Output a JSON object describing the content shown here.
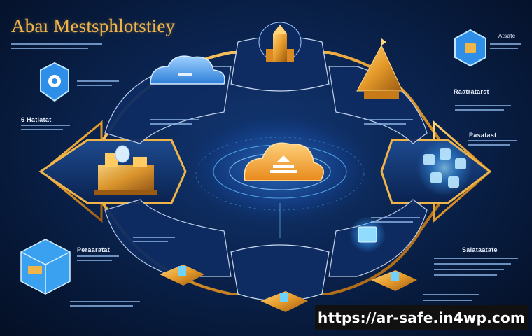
{
  "title": "Abaı Mestsphlotstiey",
  "labels": {
    "top_right": "Atsate",
    "left_mid": "6 Hatiatat",
    "right_upper": "Raatratarst",
    "right_mid": "Pasatast",
    "left_lower": "Peraaratat",
    "right_lower": "Salataatate"
  },
  "watermark": "https://ar-safe.in4wp.com",
  "colors": {
    "background": "#0b2552",
    "accent_gold": "#f0b54a",
    "cloud_blue": "#4a9ee8",
    "cloud_orange": "#f4a93a",
    "glow_cyan": "#6fd2ff"
  }
}
